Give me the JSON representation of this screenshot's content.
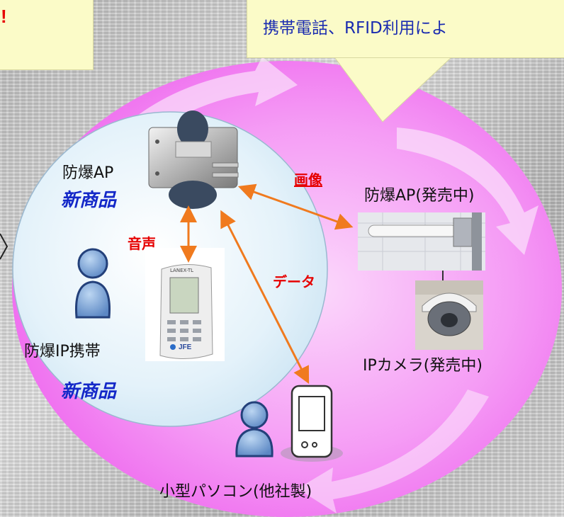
{
  "callout_left": {
    "text": "!"
  },
  "callout_right": {
    "text": "携帯電話、RFID利用によ"
  },
  "nodes": {
    "ap_new": {
      "label": "防爆AP",
      "badge": "新商品"
    },
    "phone_new": {
      "label": "防爆IP携帯",
      "badge": "新商品"
    },
    "ap_sold": {
      "label": "防爆AP(発売中)"
    },
    "camera": {
      "label": "IPカメラ(発売中)"
    },
    "pda": {
      "label": "小型パソコン(他社製)"
    }
  },
  "links": {
    "voice": "音声",
    "image": "画像",
    "data": "データ"
  },
  "device_text": {
    "phone_brand": "JFE",
    "phone_model": "LANEX-TL"
  },
  "colors": {
    "ring": "#f07af0",
    "inner_circle": "#d8eef8",
    "arrow": "#f07a1e",
    "callout_bg": "#fbfbc8",
    "new_badge": "#1428c8",
    "link_label": "#e60000"
  }
}
